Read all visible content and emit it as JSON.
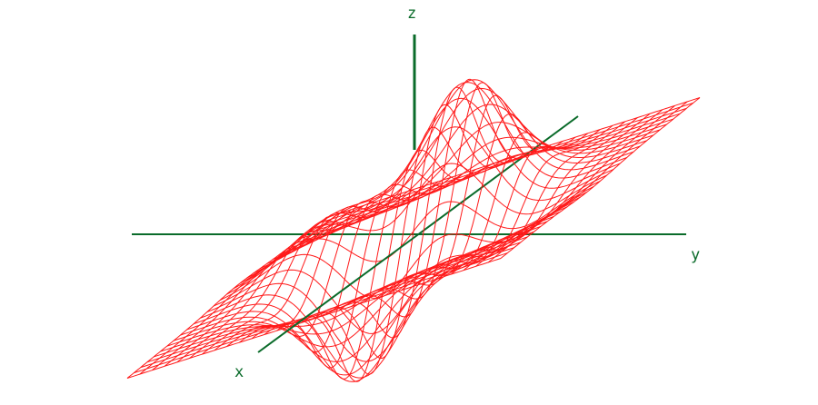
{
  "diagram": {
    "surface_color": "#ff1a1a",
    "axis_color": "#0a6b2a",
    "background_color": "#ffffff",
    "axes": {
      "x_label": "x",
      "y_label": "y",
      "z_label": "z"
    }
  }
}
